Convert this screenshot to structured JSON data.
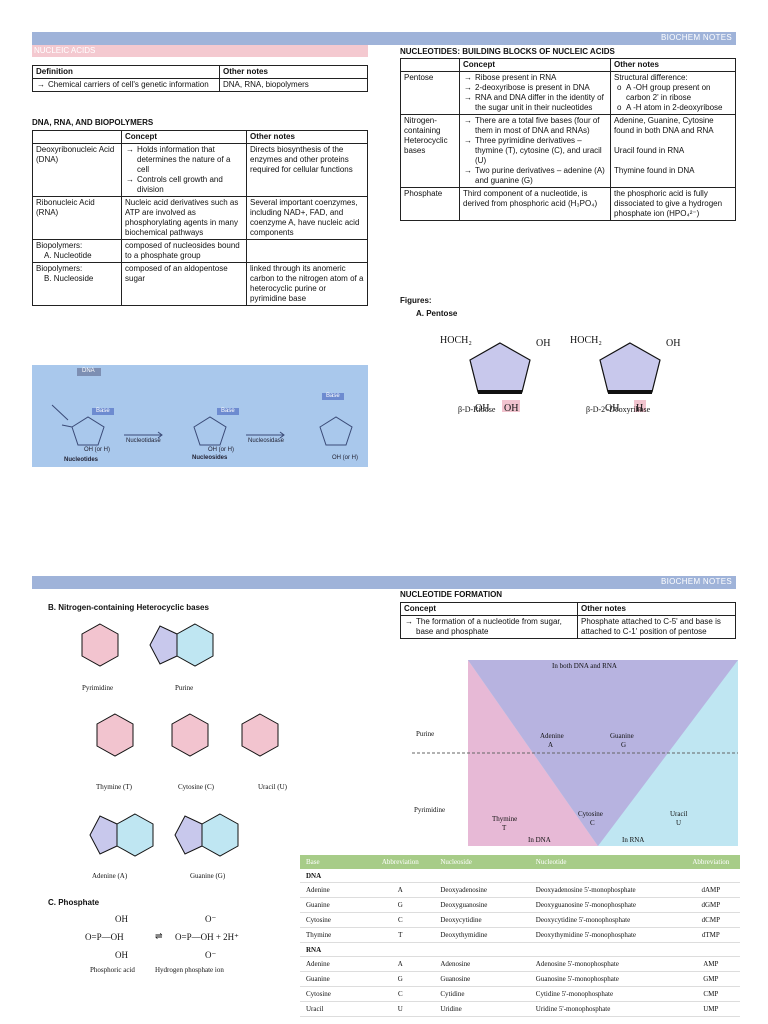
{
  "header": {
    "tag": "BIOCHEM NOTES"
  },
  "section1": {
    "title": "NUCLEIC ACIDS",
    "def_table": {
      "col1": "Definition",
      "col2": "Other notes",
      "cell1": "Chemical carriers of cell's genetic information",
      "cell2": "DNA, RNA, biopolymers"
    },
    "sub_title": "DNA, RNA, AND BIOPOLYMERS",
    "table": {
      "headers": [
        "",
        "Concept",
        "Other notes"
      ],
      "rows": [
        {
          "term": "Deoxyribonucleic Acid (DNA)",
          "concept": [
            "Holds information that determines the nature of a cell",
            "Controls cell growth and division"
          ],
          "notes": "Directs biosynthesis of the enzymes and other proteins required for cellular functions"
        },
        {
          "term": "Ribonucleic Acid (RNA)",
          "concept": [
            "Nucleic acid derivatives such as ATP are involved as phosphorylating agents in many biochemical pathways"
          ],
          "notes": "Several important coenzymes, including NAD+, FAD, and coenzyme A, have nucleic acid components"
        },
        {
          "term": "Biopolymers:",
          "term2": "A.   Nucleotide",
          "concept": [
            "composed of nucleosides bound to a phosphate group"
          ],
          "notes": ""
        },
        {
          "term": "Biopolymers:",
          "term2": "B.   Nucleoside",
          "concept": [
            "composed of an aldopentose sugar"
          ],
          "notes": "linked through its anomeric carbon to the nitrogen atom of a heterocyclic purine or pyrimidine base"
        }
      ]
    },
    "photo": {
      "labels": [
        "DNA",
        "Base",
        "Base",
        "Base",
        "Nucleotides",
        "Nucleosides",
        "Nucleotidase",
        "Nucleosidase",
        "OH (or H)",
        "OH (or H)",
        "OH (or H)"
      ]
    }
  },
  "section2": {
    "title": "NUCLEOTIDES: BUILDING BLOCKS OF NUCLEIC ACIDS",
    "headers": [
      "",
      "Concept",
      "Other notes"
    ],
    "pentose": {
      "term": "Pentose",
      "concept": [
        "Ribose present in RNA",
        "2-deoxyribose is present in DNA",
        "RNA and DNA differ in the identity of the sugar unit in their nucleotides"
      ],
      "notes_title": "Structural difference:",
      "notes": [
        "A -OH group present on carbon 2' in ribose",
        "A -H atom in 2-deoxyribose"
      ]
    },
    "nitrogen": {
      "term": "Nitrogen-containing Heterocyclic bases",
      "concept": [
        "There are a total five bases (four of them in most of DNA and RNAs)",
        "Three pyrimidine derivatives – thymine (T), cytosine (C), and uracil (U)",
        "Two purine derivatives – adenine (A) and guanine (G)"
      ],
      "notes": [
        "Adenine, Guanine, Cytosine found in both DNA and RNA",
        "Uracil found in RNA",
        "Thymine found in DNA"
      ]
    },
    "phosphate": {
      "term": "Phosphate",
      "concept": "Third component of a nucleotide, is derived from phosphoric acid (H₃PO₄)",
      "notes": "the phosphoric acid is fully dissociated to give a hydrogen phosphate ion (HPO₄²⁻)"
    },
    "figures_label": "Figures:",
    "fig_a": "A.   Pentose",
    "ribose_label": "β-D-Ribose",
    "deoxy_label": "β-D-2'-Deoxyribose"
  },
  "section3": {
    "fig_b": "B.   Nitrogen-containing Heterocyclic bases",
    "labels": {
      "pyrimidine": "Pyrimidine",
      "purine": "Purine",
      "thymine": "Thymine (T)",
      "cytosine": "Cytosine (C)",
      "uracil": "Uracil (U)",
      "adenine": "Adenine (A)",
      "guanine": "Guanine (G)"
    },
    "fig_c": "C.   Phosphate",
    "phos_labels": {
      "acid": "Phosphoric acid",
      "ion": "Hydrogen phosphate ion"
    }
  },
  "section4": {
    "title": "NUCLEOTIDE FORMATION",
    "headers": [
      "Concept",
      "Other notes"
    ],
    "concept": "The formation of a nucleotide from sugar, base and phosphate",
    "notes": "Phosphate attached to C-5' and base is attached to C-1' position of pentose",
    "venn": {
      "both": "In both DNA and RNA",
      "in_dna": "In DNA",
      "in_rna": "In RNA",
      "purine": "Purine",
      "pyrimidine": "Pyrimidine",
      "adenine": "Adenine",
      "adenine_l": "A",
      "guanine": "Guanine",
      "guanine_l": "G",
      "thymine": "Thymine",
      "thymine_l": "T",
      "cytosine": "Cytosine",
      "cytosine_l": "C",
      "uracil": "Uracil",
      "uracil_l": "U"
    },
    "nt_table": {
      "headers": [
        "Base",
        "Abbreviation",
        "Nucleoside",
        "Nucleotide",
        "Abbreviation"
      ],
      "groups": [
        {
          "name": "DNA",
          "rows": [
            [
              "Adenine",
              "A",
              "Deoxyadenosine",
              "Deoxyadenosine 5'-monophosphate",
              "dAMP"
            ],
            [
              "Guanine",
              "G",
              "Deoxyguanosine",
              "Deoxyguanosine 5'-monophosphate",
              "dGMP"
            ],
            [
              "Cytosine",
              "C",
              "Deoxycytidine",
              "Deoxycytidine 5'-monophosphate",
              "dCMP"
            ],
            [
              "Thymine",
              "T",
              "Deoxythymidine",
              "Deoxythymidine 5'-monophosphate",
              "dTMP"
            ]
          ]
        },
        {
          "name": "RNA",
          "rows": [
            [
              "Adenine",
              "A",
              "Adenosine",
              "Adenosine 5'-monophosphate",
              "AMP"
            ],
            [
              "Guanine",
              "G",
              "Guanosine",
              "Guanosine 5'-monophosphate",
              "GMP"
            ],
            [
              "Cytosine",
              "C",
              "Cytidine",
              "Cytidine 5'-monophosphate",
              "CMP"
            ],
            [
              "Uracil",
              "U",
              "Uridine",
              "Uridine 5'-monophosphate",
              "UMP"
            ]
          ]
        }
      ]
    }
  }
}
